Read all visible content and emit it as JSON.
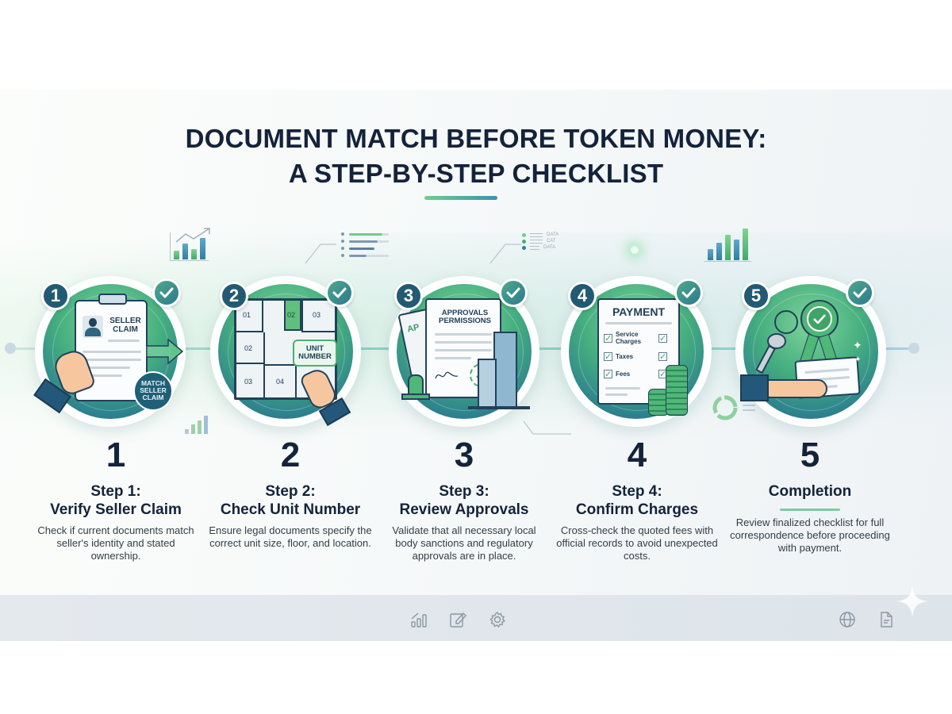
{
  "title": {
    "line1": "DOCUMENT MATCH BEFORE TOKEN MONEY:",
    "line2": "A STEP-BY-STEP CHECKLIST"
  },
  "decorations": {
    "legend_labels": [
      "DATA",
      "CAT",
      "DATA"
    ]
  },
  "steps": [
    {
      "badge": "1",
      "number": "1",
      "heading_line1": "Step 1:",
      "heading_line2": "Verify Seller Claim",
      "description": "Check if current documents match seller's identity and stated ownership.",
      "illustration": {
        "doc_label_line1": "SELLER",
        "doc_label_line2": "CLAIM",
        "stamp_line1": "MATCH",
        "stamp_line2": "SELLER",
        "stamp_line3": "CLAIM"
      }
    },
    {
      "badge": "2",
      "number": "2",
      "heading_line1": "Step 2:",
      "heading_line2": "Check Unit Number",
      "description": "Ensure legal documents specify the correct unit size, floor, and location.",
      "illustration": {
        "rooms": [
          "01",
          "02",
          "03",
          "02",
          "03",
          "04"
        ],
        "callout_line1": "UNIT",
        "callout_line2": "NUMBER"
      }
    },
    {
      "badge": "3",
      "number": "3",
      "heading_line1": "Step 3:",
      "heading_line2": "Review Approvals",
      "description": "Validate that all necessary local body sanctions and regulatory approvals are in place.",
      "illustration": {
        "doc_label_line1": "APPROVALS",
        "doc_label_line2": "PERMISSIONS",
        "back_doc_label": "AP"
      }
    },
    {
      "badge": "4",
      "number": "4",
      "heading_line1": "Step 4:",
      "heading_line2": "Confirm Charges",
      "description": "Cross-check the quoted fees with official records to avoid unexpected costs.",
      "illustration": {
        "doc_title": "PAYMENT",
        "items": [
          "Service Charges",
          "Taxes",
          "Fees"
        ]
      }
    },
    {
      "badge": "5",
      "number": "5",
      "heading_line1": "",
      "heading_line2": "Completion",
      "description": "Review finalized checklist for full correspondence before proceeding with payment."
    }
  ],
  "footer": {
    "left_icons": [
      "chart-icon",
      "edit-icon",
      "settings-icon"
    ],
    "right_icons": [
      "globe-icon",
      "document-icon"
    ]
  },
  "colors": {
    "title": "#14233a",
    "badge": "#235a73",
    "green": "#45ae7f",
    "teal": "#2c7f8f",
    "footer": "#dde4ea"
  }
}
